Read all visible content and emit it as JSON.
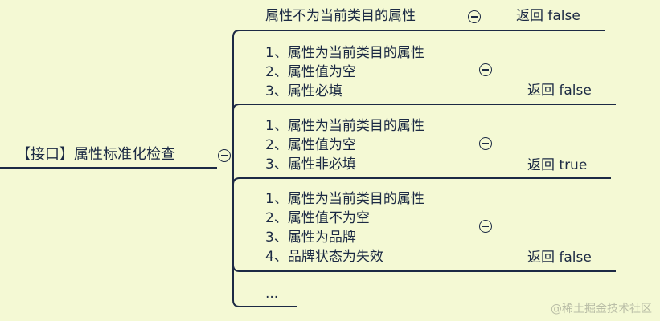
{
  "root": {
    "label": "【接口】属性标准化检查"
  },
  "branches": [
    {
      "lines": [
        "属性不为当前类目的属性"
      ],
      "result": "返回 false"
    },
    {
      "lines": [
        "1、属性为当前类目的属性",
        "2、属性值为空",
        "3、属性必填"
      ],
      "result": "返回 false"
    },
    {
      "lines": [
        "1、属性为当前类目的属性",
        "2、属性值为空",
        "3、属性非必填"
      ],
      "result": "返回 true"
    },
    {
      "lines": [
        "1、属性为当前类目的属性",
        "2、属性值不为空",
        "3、属性为品牌",
        "4、品牌状态为失效"
      ],
      "result": "返回 false"
    },
    {
      "lines": [
        "..."
      ],
      "result": ""
    }
  ],
  "watermark": "@稀土掘金技术社区",
  "colors": {
    "background": "#f4f9d4",
    "line": "#1c2a44",
    "watermark": "#b9bda6"
  },
  "icons": {
    "collapse": "circle-minus-icon"
  }
}
